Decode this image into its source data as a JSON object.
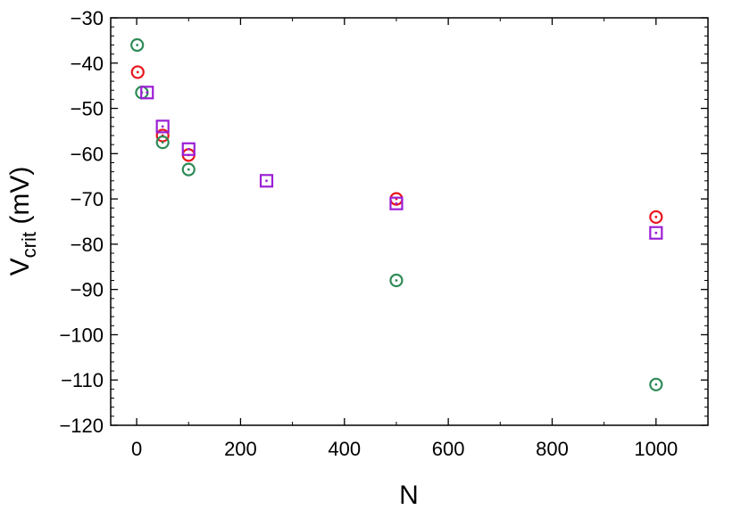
{
  "chart_data": {
    "type": "scatter",
    "xlabel": "N",
    "ylabel_main": "V",
    "ylabel_sub": "crit",
    "ylabel_unit": " (mV)",
    "xlim": [
      -50,
      1100
    ],
    "ylim": [
      -120,
      -30
    ],
    "xticks": [
      0,
      200,
      400,
      600,
      800,
      1000
    ],
    "yticks": [
      -30,
      -40,
      -50,
      -60,
      -70,
      -80,
      -90,
      -100,
      -110,
      -120
    ],
    "xtick_labels": [
      "0",
      "200",
      "400",
      "600",
      "800",
      "1000"
    ],
    "ytick_labels": [
      "−30",
      "−40",
      "−50",
      "−60",
      "−70",
      "−80",
      "−90",
      "−100",
      "−110",
      "−120"
    ],
    "grid": false,
    "series": [
      {
        "marker": "circle",
        "color": "#e8141c",
        "x": [
          2,
          50,
          100,
          500,
          1000
        ],
        "y": [
          -42,
          -56,
          -60.3,
          -70,
          -74
        ]
      },
      {
        "marker": "circle",
        "color": "#2e8b57",
        "x": [
          1,
          10,
          50,
          100,
          500,
          1000
        ],
        "y": [
          -36,
          -46.5,
          -57.5,
          -63.5,
          -88,
          -111
        ]
      },
      {
        "marker": "square",
        "color": "#9b1fd6",
        "x": [
          20,
          50,
          100,
          250,
          500,
          1000
        ],
        "y": [
          -46.5,
          -54,
          -59,
          -66,
          -71,
          -77.5
        ]
      }
    ]
  }
}
